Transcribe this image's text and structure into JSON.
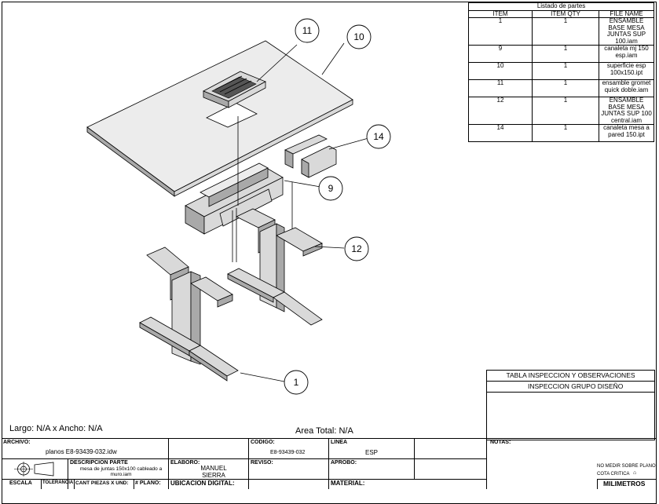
{
  "parts_list": {
    "caption": "Listado de partes",
    "headers": [
      "ITEM",
      "ITEM QTY",
      "FILE NAME"
    ],
    "rows": [
      {
        "item": "1",
        "qty": "1",
        "file": "ENSAMBLE BASE MESA JUNTAS SUP 100.iam"
      },
      {
        "item": "9",
        "qty": "1",
        "file": "canaleta mj 150 esp.iam"
      },
      {
        "item": "10",
        "qty": "1",
        "file": "superficie esp 100x150.ipt"
      },
      {
        "item": "11",
        "qty": "1",
        "file": "ensamble gromet quick doble.iam"
      },
      {
        "item": "12",
        "qty": "1",
        "file": "ENSAMBLE BASE MESA JUNTAS SUP 100 central.iam"
      },
      {
        "item": "14",
        "qty": "1",
        "file": "canaleta mesa a pared 150.ipt"
      }
    ]
  },
  "balloons": {
    "b11": "11",
    "b10": "10",
    "b14": "14",
    "b9": "9",
    "b12": "12",
    "b1": "1"
  },
  "dimensions": {
    "size_text": "Largo: N/A x Ancho: N/A",
    "area_text": "Area Total: N/A"
  },
  "inspection": {
    "title": "TABLA INSPECCION Y OBSERVACIONES",
    "subtitle": "INSPECCION GRUPO DISEÑO"
  },
  "title_block": {
    "archivo_label": "ARCHIVO:",
    "archivo_value": "planos E8-93439-032.idw",
    "codigo_label": "CODIGO:",
    "codigo_value": "E8-93439-032",
    "linea_label": "LINEA",
    "linea_value": "ESP",
    "notas_label": "NOTAS:",
    "descripcion_label": "DESCRIPCION PARTE",
    "descripcion_value": "mesa de juntas 150x100 cableado a muro.iam",
    "elaboro_label": "ELABORO:",
    "elaboro_value": "MANUEL SIERRA",
    "reviso_label": "REVISO:",
    "aprobo_label": "APROBO:",
    "no_medir": "NO MEDIR SOBRE PLANO",
    "cota_critica": "COTA CRITICA",
    "escala_label": "ESCALA",
    "tolerancia_label": "TOLERANCIA",
    "cant_label": "CANT PIEZAS X UND:",
    "plano_label": "# PLANO:",
    "ubicacion_label": "UBICACION DIGITAL:",
    "material_label": "MATERIAL:",
    "unidades": "MILIMETROS"
  },
  "colors": {
    "part_fill": "#d9d9d9",
    "part_dark": "#a8a8a8",
    "line": "#000000"
  }
}
